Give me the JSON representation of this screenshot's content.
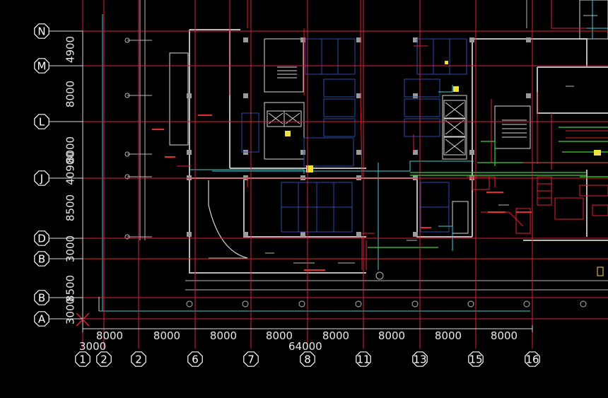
{
  "drawing": {
    "row_axes": [
      {
        "label": "N"
      },
      {
        "label": "M"
      },
      {
        "label": "L"
      },
      {
        "label": "J"
      },
      {
        "label": "D"
      },
      {
        "label": "B"
      },
      {
        "label": "B"
      },
      {
        "label": "A"
      }
    ],
    "column_axes": [
      {
        "label": "1"
      },
      {
        "label": "2"
      },
      {
        "label": "2"
      },
      {
        "label": "6"
      },
      {
        "label": "7"
      },
      {
        "label": "8"
      },
      {
        "label": "11"
      },
      {
        "label": "13"
      },
      {
        "label": "15"
      },
      {
        "label": "16"
      }
    ],
    "row_dimensions": [
      {
        "label": "4900"
      },
      {
        "label": "8000"
      },
      {
        "label": "8000"
      },
      {
        "label": "40900"
      },
      {
        "label": "8500"
      },
      {
        "label": "3000"
      },
      {
        "label": "8500"
      },
      {
        "label": "3000"
      }
    ],
    "column_dimensions": [
      {
        "label": "8000"
      },
      {
        "label": "8000"
      },
      {
        "label": "8000"
      },
      {
        "label": "8000"
      },
      {
        "label": "8000"
      },
      {
        "label": "8000"
      },
      {
        "label": "8000"
      },
      {
        "label": "8000"
      }
    ],
    "sub_dimension_left": "3000",
    "total_dimension": "64000",
    "colors": {
      "background": "#000000",
      "axis_grid": "#e0203a",
      "wall": "#b8b8b8",
      "duct_blue": "#2a4aa8",
      "cyan_pipe": "#3fd0d8",
      "green_pipe": "#3cd23c",
      "yellow_text": "#f0e040",
      "annotation_red": "#ff3030",
      "axis_bubble": "#ffffff"
    }
  }
}
